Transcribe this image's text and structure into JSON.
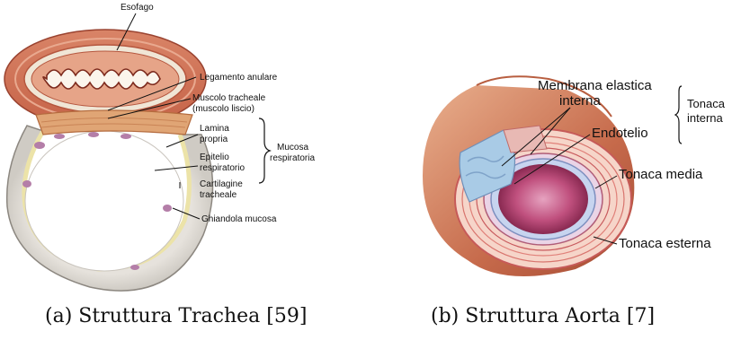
{
  "panel_a": {
    "caption": "(a) Struttura Trachea [59]",
    "labels": {
      "esofago": "Esofago",
      "legamento": "Legamento anulare",
      "muscolo_line1": "Muscolo tracheale",
      "muscolo_line2": "(muscolo liscio)",
      "lamina_line1": "Lamina",
      "lamina_line2": "propria",
      "epitelio_line1": "Epitelio",
      "epitelio_line2": "respiratorio",
      "cartilagine_line1": "Cartilagine",
      "cartilagine_line2": "tracheale",
      "mucosa_line1": "Mucosa",
      "mucosa_line2": "respiratoria",
      "ghiandola": "Ghiandola mucosa"
    }
  },
  "panel_b": {
    "caption": "(b) Struttura Aorta [7]",
    "labels": {
      "membrana_line1": "Membrana elastica",
      "membrana_line2": "interna",
      "endotelio": "Endotelio",
      "tonaca_interna_line1": "Tonaca",
      "tonaca_interna_line2": "interna",
      "tonaca_media": "Tonaca media",
      "tonaca_esterna": "Tonaca esterna"
    }
  }
}
